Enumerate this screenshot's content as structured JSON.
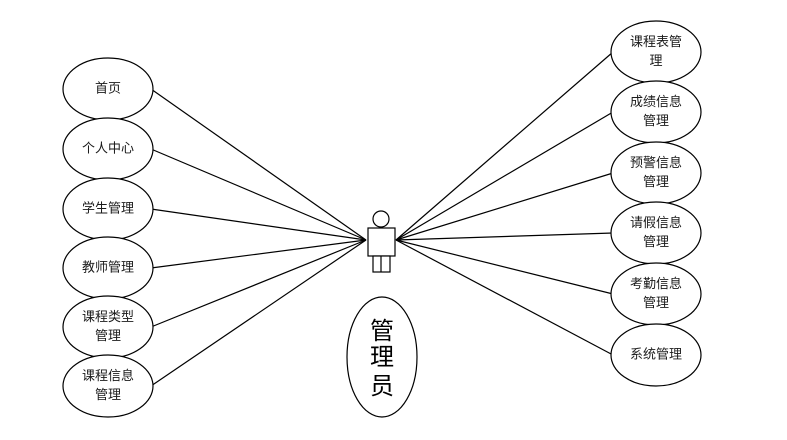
{
  "actor": {
    "label_lines": [
      "管",
      "理",
      "员"
    ]
  },
  "left_use_cases": [
    {
      "lines": [
        "首页"
      ]
    },
    {
      "lines": [
        "个人中心"
      ]
    },
    {
      "lines": [
        "学生管理"
      ]
    },
    {
      "lines": [
        "教师管理"
      ]
    },
    {
      "lines": [
        "课程类型",
        "管理"
      ]
    },
    {
      "lines": [
        "课程信息",
        "管理"
      ]
    }
  ],
  "right_use_cases": [
    {
      "lines": [
        "课程表管",
        "理"
      ]
    },
    {
      "lines": [
        "成绩信息",
        "管理"
      ]
    },
    {
      "lines": [
        "预警信息",
        "管理"
      ]
    },
    {
      "lines": [
        "请假信息",
        "管理"
      ]
    },
    {
      "lines": [
        "考勤信息",
        "管理"
      ]
    },
    {
      "lines": [
        "系统管理"
      ]
    }
  ]
}
